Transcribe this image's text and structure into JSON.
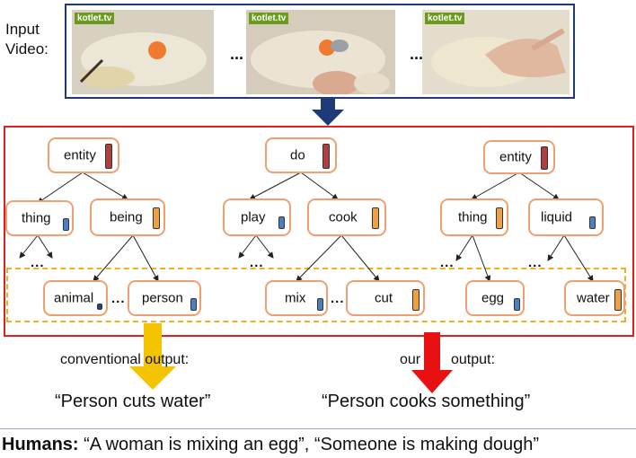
{
  "input": {
    "label_line1": "Input",
    "label_line2": "Video:"
  },
  "video": {
    "watermark": "kotlet.tv",
    "ellipsis": "..."
  },
  "nodes": {
    "entity1": "entity",
    "thing1": "thing",
    "being": "being",
    "animal": "animal",
    "person": "person",
    "do": "do",
    "play": "play",
    "cook": "cook",
    "mix": "mix",
    "cut": "cut",
    "entity2": "entity",
    "thing2": "thing",
    "liquid": "liquid",
    "egg": "egg",
    "water": "water"
  },
  "ellipsis": "...",
  "labels": {
    "conventional": "conventional output:",
    "our": "our",
    "output": "output:"
  },
  "outputs": {
    "conventional": "“Person cuts water”",
    "ours": "“Person cooks something”"
  },
  "humans": {
    "label": "Humans:",
    "text": "“A woman is mixing an egg”, “Someone is making dough”"
  },
  "colors": {
    "red": "#e02020",
    "navy": "#1e3a78",
    "orange": "#f0a070",
    "yellow": "#f0b020"
  }
}
